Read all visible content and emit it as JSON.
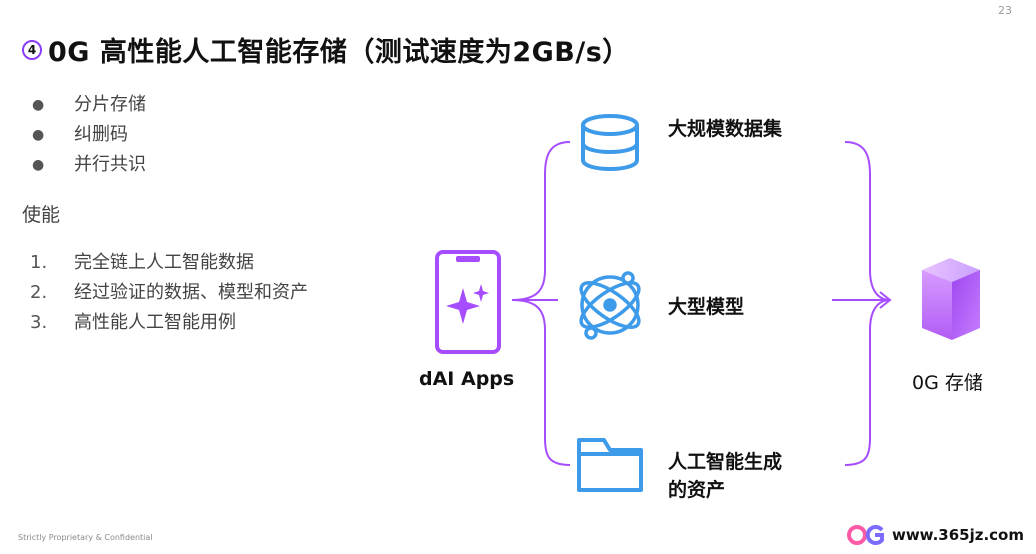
{
  "page_number": "23",
  "title": {
    "number": "4",
    "text": "0G 高性能人工智能存储（测试速度为2GB/s）"
  },
  "bullets": [
    "分片存储",
    "纠删码",
    "并行共识"
  ],
  "enable_section": {
    "heading": "使能",
    "items": [
      {
        "num": "1.",
        "text": "完全链上人工智能数据"
      },
      {
        "num": "2.",
        "text": "经过验证的数据、模型和资产"
      },
      {
        "num": "3.",
        "text": "高性能人工智能用例"
      }
    ]
  },
  "diagram": {
    "app_label": "dAI Apps",
    "middle_nodes": [
      {
        "label": "大规模数据集",
        "icon": "database-icon"
      },
      {
        "label": "大型模型",
        "icon": "atom-icon"
      },
      {
        "label_line1": "人工智能生成",
        "label_line2": "的资产",
        "icon": "folder-icon"
      }
    ],
    "storage_label": "0G 存储",
    "colors": {
      "purple": "#a64dff",
      "blue": "#3d9be9",
      "cube": "#c67bff"
    }
  },
  "footer": "Strictly Proprietary & Confidential",
  "watermark": "www.365jz.com"
}
